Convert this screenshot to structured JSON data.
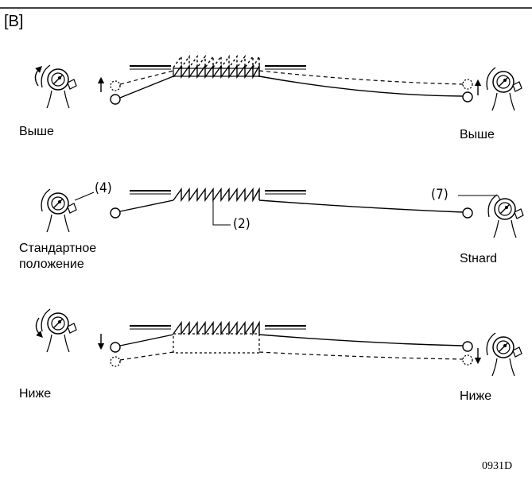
{
  "header": {
    "section": "[B]"
  },
  "rows": [
    {
      "left_label": "Выше",
      "right_label": "Выше"
    },
    {
      "left_label": "Стандартное\nположение",
      "left_line1": "Стандартное",
      "left_line2": "положение",
      "right_label": "Stнard"
    },
    {
      "left_label": "Ниже",
      "right_label": "Ниже"
    }
  ],
  "callouts": {
    "left_dial": "(4)",
    "feed_dog": "(2)",
    "right_dial": "(7)"
  },
  "figure_code": "0931D",
  "colors": {
    "line": "#000000",
    "background": "#ffffff"
  }
}
